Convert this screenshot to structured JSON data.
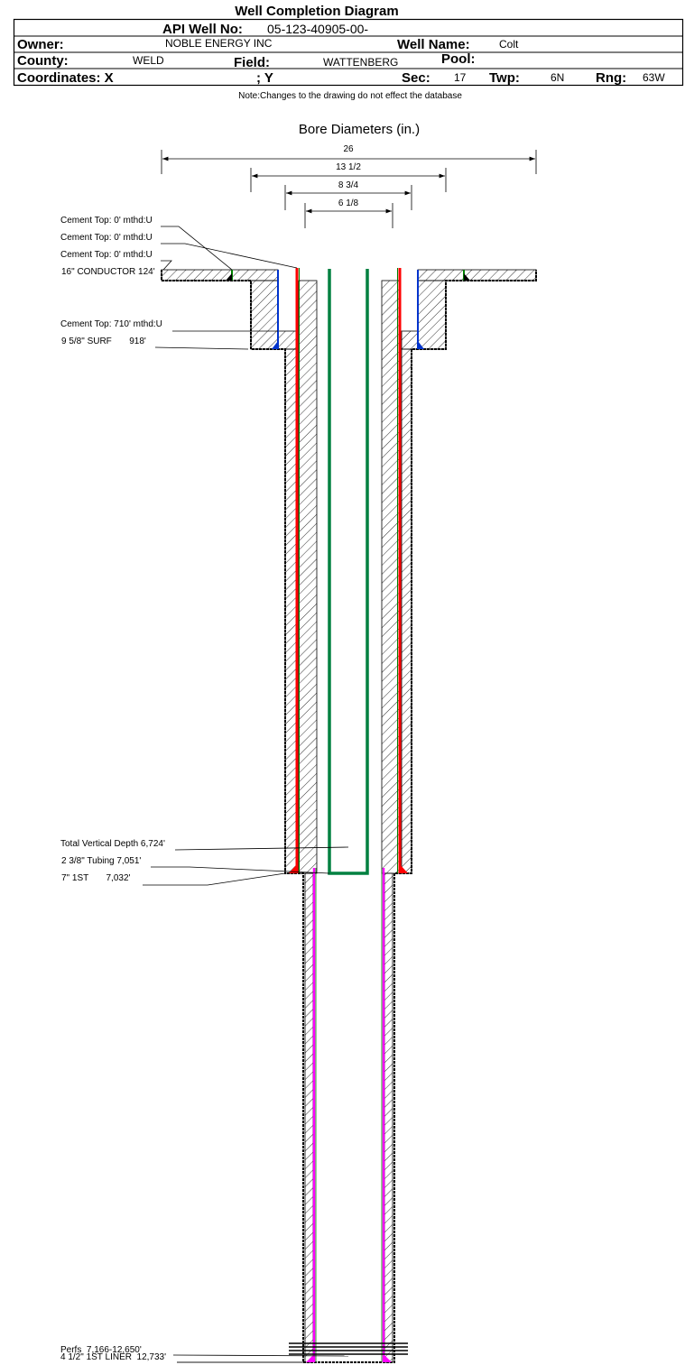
{
  "header": {
    "title": "Well Completion Diagram",
    "api_label": "API Well No:",
    "api_value": "05-123-40905-00-",
    "owner_label": "Owner:",
    "owner_value": "NOBLE ENERGY INC",
    "well_name_label": "Well Name:",
    "well_name_value": "Colt",
    "county_label": "County:",
    "county_value": "WELD",
    "field_label": "Field:",
    "field_value": "WATTENBERG",
    "pool_label": "Pool:",
    "coord_label": "Coordinates: X",
    "coord_y_label": "; Y",
    "sec_label": "Sec:",
    "sec_value": "17",
    "twp_label": "Twp:",
    "twp_value": "6N",
    "rng_label": "Rng:",
    "rng_value": "63W",
    "note": "Note:Changes to the drawing do not effect the database"
  },
  "diagram": {
    "bore_title": "Bore Diameters (in.)",
    "bore_diameters": [
      "26",
      "13 1/2",
      "8 3/4",
      "6 1/8"
    ],
    "labels": {
      "cement1": "Cement Top: 0' mthd:U",
      "cement2": "Cement Top: 0' mthd:U",
      "cement3": "Cement Top: 0' mthd:U",
      "conductor": "16\" CONDUCTOR  124'",
      "cement_surf": "Cement Top: 710' mthd:U",
      "surf": "9 5/8\" SURF       918'",
      "tvd": "Total Vertical Depth 6,724'",
      "tubing": "2 3/8\" Tubing 7,051'",
      "first": "7\" 1ST       7,032'",
      "perfs": "Perfs  7,166-12,650'",
      "liner": "4 1/2\" 1ST LINER  12,733'"
    },
    "colors": {
      "conductor": "#008000",
      "surface": "#0033cc",
      "production": "#ff0000",
      "tubing": "#008040",
      "liner": "#ff00ff"
    }
  }
}
